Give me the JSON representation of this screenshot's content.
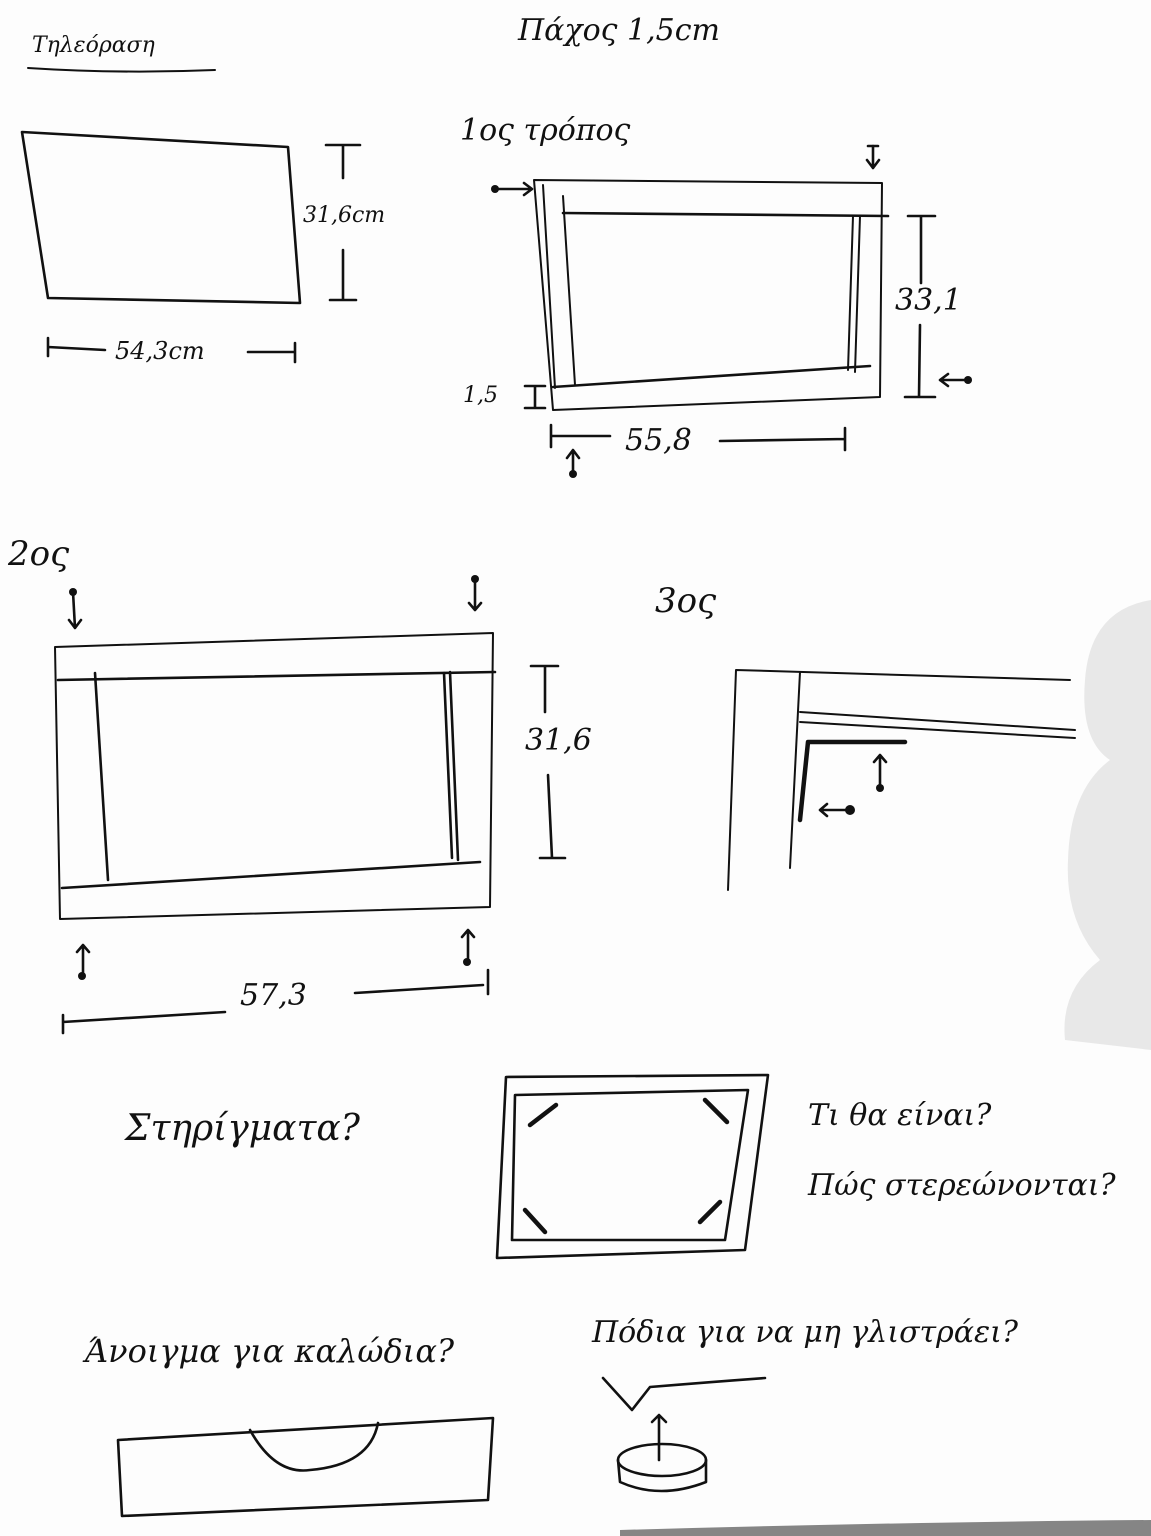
{
  "header": {
    "section_title": "Τηλεόραση",
    "thickness_note": "Πάχος 1,5cm"
  },
  "tv": {
    "height_label": "31,6cm",
    "width_label": "54,3cm"
  },
  "method1": {
    "title": "1ος τρόπος",
    "height_label": "33,1",
    "thickness_label": "1,5",
    "width_label": "55,8"
  },
  "method2": {
    "title": "2ος",
    "height_label": "31,6",
    "width_label": "57,3"
  },
  "method3": {
    "title": "3ος"
  },
  "notes": {
    "supports": "Στηρίγματα?",
    "supports_q1": "Τι θα είναι?",
    "supports_q2": "Πώς στερεώνονται?",
    "cable_opening": "Άνοιγμα για καλώδια?",
    "feet": "Πόδια για να μη γλιστράει?"
  }
}
